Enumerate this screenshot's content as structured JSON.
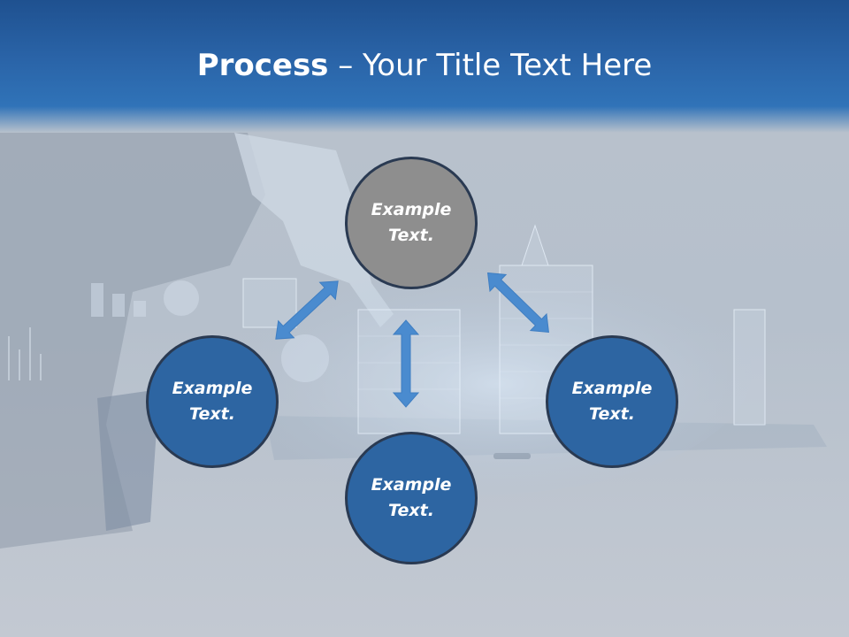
{
  "slide": {
    "title_bold": "Process",
    "title_rest": " – Your Title Text Here"
  },
  "diagram": {
    "nodes": [
      {
        "id": "top",
        "label": "Example Text.",
        "color": "#8e8e8e"
      },
      {
        "id": "left",
        "label": "Example Text.",
        "color": "#2d65a2"
      },
      {
        "id": "right",
        "label": "Example Text.",
        "color": "#2d65a2"
      },
      {
        "id": "bottom",
        "label": "Example Text.",
        "color": "#2d65a2"
      }
    ],
    "arrow_color": "#4a8bcf"
  }
}
